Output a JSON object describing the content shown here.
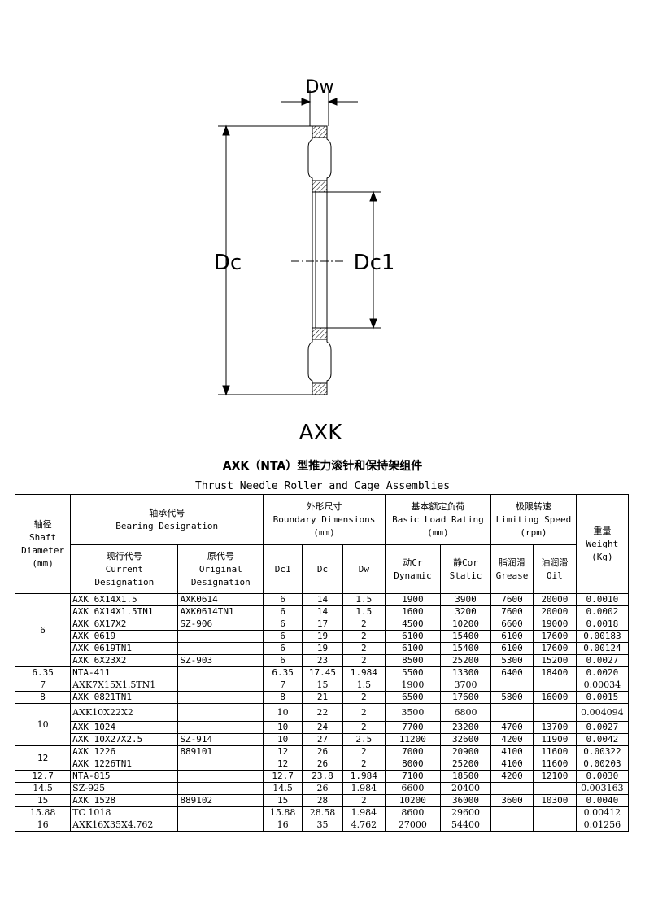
{
  "drawing": {
    "dim_dw": "Dw",
    "dim_dc": "Dc",
    "dim_dc1": "Dc1",
    "model_label": "AXK"
  },
  "title": {
    "cn": "AXK（NTA）型推力滚针和保持架组件",
    "en": "Thrust Needle Roller and Cage Assemblies"
  },
  "headers": {
    "shaft": [
      "轴径",
      "Shaft",
      "Diameter",
      "(mm)"
    ],
    "designation": [
      "轴承代号",
      "Bearing Designation"
    ],
    "current": [
      "现行代号",
      "Current",
      "Designation"
    ],
    "original": [
      "原代号",
      "Original",
      "Designation"
    ],
    "boundary": [
      "外形尺寸",
      "Boundary Dimensions",
      "(mm)"
    ],
    "dc1": "Dc1",
    "dc": "Dc",
    "dw": "Dw",
    "load": [
      "基本额定负荷",
      "Basic Load Rating",
      "(mm)"
    ],
    "dynamic": [
      "动Cr",
      "Dynamic"
    ],
    "static": [
      "静Cor",
      "Static"
    ],
    "speed": [
      "极限转速",
      "Limiting Speed",
      "(rpm)"
    ],
    "grease": [
      "脂润滑",
      "Grease"
    ],
    "oil": [
      "油润滑",
      "Oil"
    ],
    "weight": [
      "重量",
      "Weight",
      "(Kg)"
    ]
  },
  "groups": [
    {
      "shaft": "6",
      "rows": [
        [
          "AXK 6X14X1.5",
          "AXK0614",
          "6",
          "14",
          "1.5",
          "1900",
          "3900",
          "7600",
          "20000",
          "0.0010"
        ],
        [
          "AXK 6X14X1.5TN1",
          "AXK0614TN1",
          "6",
          "14",
          "1.5",
          "1600",
          "3200",
          "7600",
          "20000",
          "0.0002"
        ],
        [
          "AXK 6X17X2",
          "SZ-906",
          "6",
          "17",
          "2",
          "4500",
          "10200",
          "6600",
          "19000",
          "0.0018"
        ],
        [
          "AXK 0619",
          "",
          "6",
          "19",
          "2",
          "6100",
          "15400",
          "6100",
          "17600",
          "0.00183"
        ],
        [
          "AXK 0619TN1",
          "",
          "6",
          "19",
          "2",
          "6100",
          "15400",
          "6100",
          "17600",
          "0.00124"
        ],
        [
          "AXK 6X23X2",
          "SZ-903",
          "6",
          "23",
          "2",
          "8500",
          "25200",
          "5300",
          "15200",
          "0.0027"
        ]
      ]
    },
    {
      "shaft": "6.35",
      "rows": [
        [
          "NTA-411",
          "",
          "6.35",
          "17.45",
          "1.984",
          "5500",
          "13300",
          "6400",
          "18400",
          "0.0020"
        ]
      ]
    },
    {
      "shaft": "7",
      "rows": [
        [
          "AXK7X15X1.5TN1",
          "",
          "7",
          "15",
          "1.5",
          "1900",
          "3700",
          "",
          "",
          "0.00034"
        ]
      ]
    },
    {
      "shaft": "8",
      "rows": [
        [
          "AXK 0821TN1",
          "",
          "8",
          "21",
          "2",
          "6500",
          "17600",
          "5800",
          "16000",
          "0.0015"
        ]
      ]
    },
    {
      "shaft": "10",
      "rows": [
        [
          "AXK10X22X2",
          "",
          "10",
          "22",
          "2",
          "3500",
          "6800",
          "",
          "",
          "0.004094"
        ],
        [
          "AXK 1024",
          "",
          "10",
          "24",
          "2",
          "7700",
          "23200",
          "4700",
          "13700",
          "0.0027"
        ],
        [
          "AXK 10X27X2.5",
          "SZ-914",
          "10",
          "27",
          "2.5",
          "11200",
          "32600",
          "4200",
          "11900",
          "0.0042"
        ]
      ]
    },
    {
      "shaft": "12",
      "rows": [
        [
          "AXK 1226",
          "889101",
          "12",
          "26",
          "2",
          "7000",
          "20900",
          "4100",
          "11600",
          "0.00322"
        ],
        [
          "AXK 1226TN1",
          "",
          "12",
          "26",
          "2",
          "8000",
          "25200",
          "4100",
          "11600",
          "0.00203"
        ]
      ]
    },
    {
      "shaft": "12.7",
      "rows": [
        [
          "NTA-815",
          "",
          "12.7",
          "23.8",
          "1.984",
          "7100",
          "18500",
          "4200",
          "12100",
          "0.0030"
        ]
      ]
    },
    {
      "shaft": "14.5",
      "rows": [
        [
          "SZ-925",
          "",
          "14.5",
          "26",
          "1.984",
          "6600",
          "20400",
          "",
          "",
          "0.003163"
        ]
      ]
    },
    {
      "shaft": "15",
      "rows": [
        [
          "AXK  1528",
          "889102",
          "15",
          "28",
          "2",
          "10200",
          "36000",
          "3600",
          "10300",
          "0.0040"
        ]
      ]
    },
    {
      "shaft": "15.88",
      "rows": [
        [
          "TC 1018",
          "",
          "15.88",
          "28.58",
          "1.984",
          "8600",
          "29600",
          "",
          "",
          "0.00412"
        ]
      ]
    },
    {
      "shaft": "16",
      "rows": [
        [
          "AXK16X35X4.762",
          "",
          "16",
          "35",
          "4.762",
          "27000",
          "54400",
          "",
          "",
          "0.01256"
        ]
      ]
    }
  ]
}
